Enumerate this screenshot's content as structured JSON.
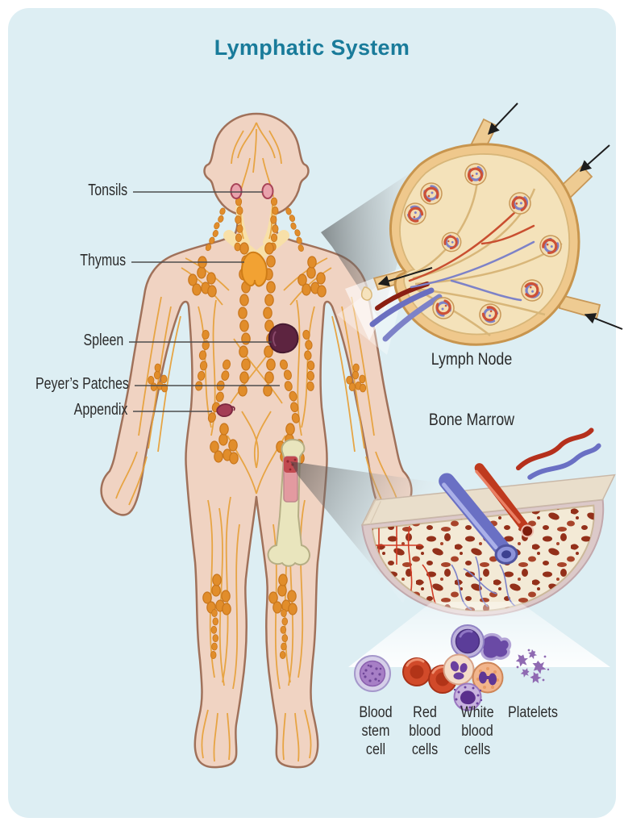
{
  "title": "Lymphatic System",
  "colors": {
    "background": "#ffffff",
    "panel": "#ddeef3",
    "title": "#197b9a",
    "label": "#2b2b2b",
    "skin": "#f0d3c2",
    "skin_outline": "#a0715a",
    "lymph_vessel": "#e7a23d",
    "lymph_node_bead": "#e18d2b"
  },
  "body_labels": [
    {
      "label": "Tonsils"
    },
    {
      "label": "Thymus"
    },
    {
      "label": "Spleen"
    },
    {
      "label": "Peyer’s Patches"
    },
    {
      "label": "Appendix"
    }
  ],
  "insets": {
    "lymph_node": {
      "label": "Lymph Node"
    },
    "bone_marrow": {
      "label": "Bone Marrow"
    }
  },
  "cells": [
    {
      "label": "Blood stem cell"
    },
    {
      "label": "Red blood cells"
    },
    {
      "label": "White blood cells"
    },
    {
      "label": "Platelets"
    }
  ]
}
